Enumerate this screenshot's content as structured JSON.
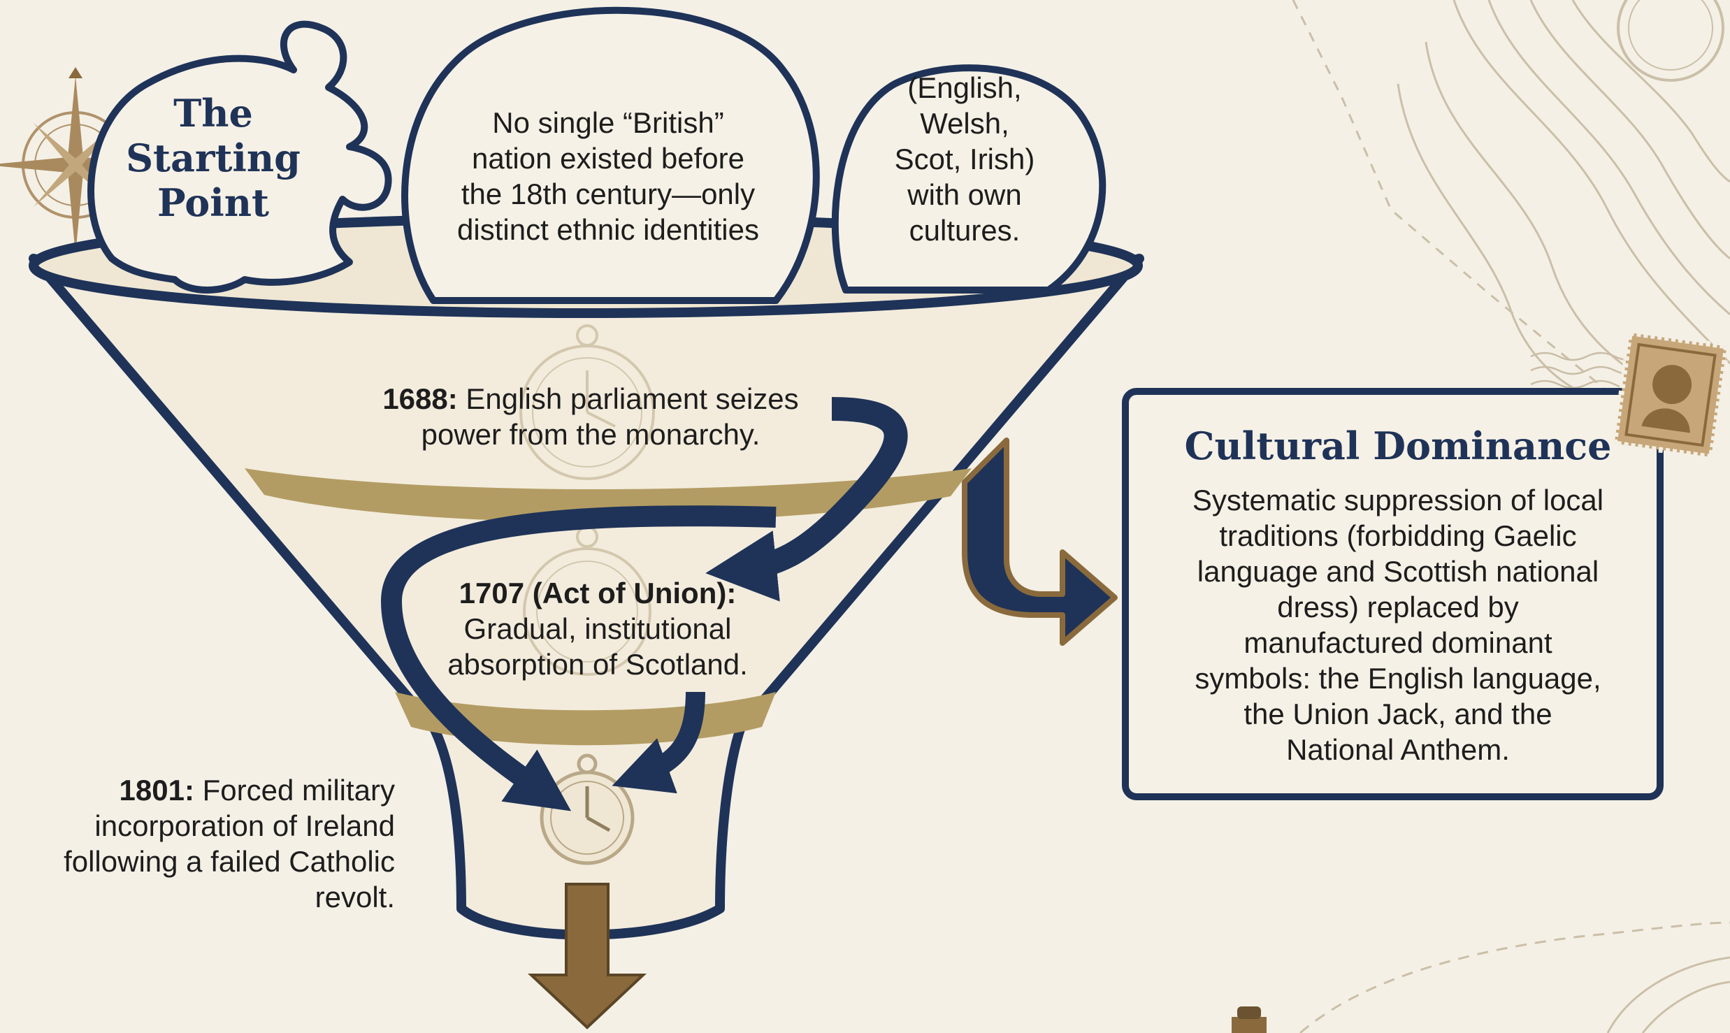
{
  "intro": {
    "title_line1": "The",
    "title_line2": "Starting",
    "title_line3": "Point",
    "statement_lines": [
      "No single “British”",
      "nation existed before",
      "the 18th century—only",
      "distinct ethnic identities"
    ],
    "identities_lines": [
      "(English,",
      "Welsh,",
      "Scot, Irish)",
      "with own",
      "cultures."
    ]
  },
  "timeline": {
    "e1688": {
      "year": "1688:",
      "text_line1": "English parliament seizes",
      "text_line2": "power from the monarchy."
    },
    "e1707": {
      "year": "1707 (Act of Union):",
      "text_line1": "Gradual, institutional",
      "text_line2": "absorption of Scotland."
    },
    "e1801": {
      "year": "1801:",
      "text_line1": "Forced military",
      "text_line2": "incorporation of Ireland",
      "text_line3": "following a failed Catholic",
      "text_line4": "revolt."
    }
  },
  "card": {
    "title": "Cultural Dominance",
    "body_lines": [
      "Systematic suppression of local",
      "traditions (forbidding Gaelic",
      "language and Scottish national",
      "dress) replaced by",
      "manufactured dominant",
      "symbols: the English language,",
      "the Union Jack, and the",
      "National Anthem."
    ]
  },
  "colors": {
    "navy": "#1f3358",
    "gold": "#b39c63",
    "bronze": "#8a6a3c",
    "parchment": "#f4f0e6",
    "funnel_fill": "#f3ecdd"
  },
  "icons": [
    "compass-rose-icon",
    "pocket-watch-icon",
    "postage-stamp-icon",
    "clock-icon"
  ]
}
